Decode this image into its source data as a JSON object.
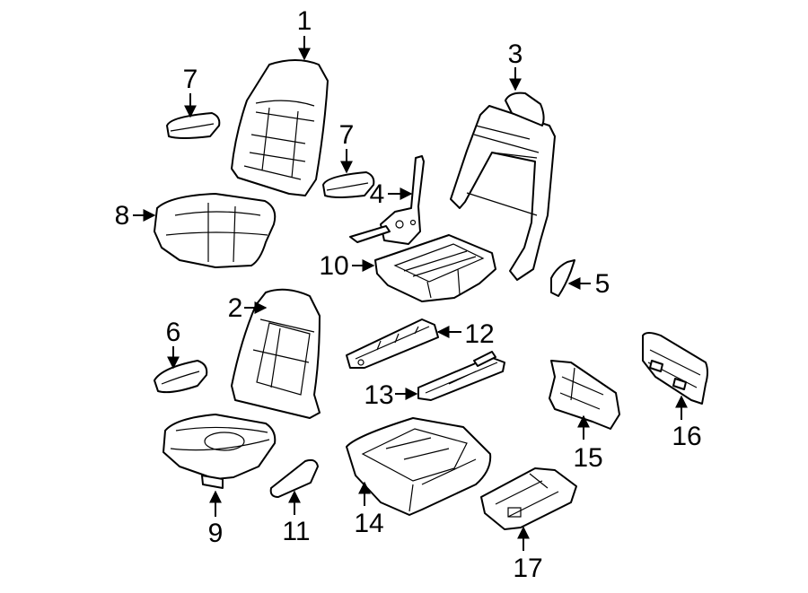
{
  "callouts": [
    {
      "id": "1",
      "text": "1"
    },
    {
      "id": "2",
      "text": "2"
    },
    {
      "id": "3",
      "text": "3"
    },
    {
      "id": "4",
      "text": "4"
    },
    {
      "id": "5",
      "text": "5"
    },
    {
      "id": "6",
      "text": "6"
    },
    {
      "id": "7a",
      "text": "7"
    },
    {
      "id": "7b",
      "text": "7"
    },
    {
      "id": "8",
      "text": "8"
    },
    {
      "id": "9",
      "text": "9"
    },
    {
      "id": "10",
      "text": "10"
    },
    {
      "id": "11",
      "text": "11"
    },
    {
      "id": "12",
      "text": "12"
    },
    {
      "id": "13",
      "text": "13"
    },
    {
      "id": "14",
      "text": "14"
    },
    {
      "id": "15",
      "text": "15"
    },
    {
      "id": "16",
      "text": "16"
    },
    {
      "id": "17",
      "text": "17"
    }
  ]
}
